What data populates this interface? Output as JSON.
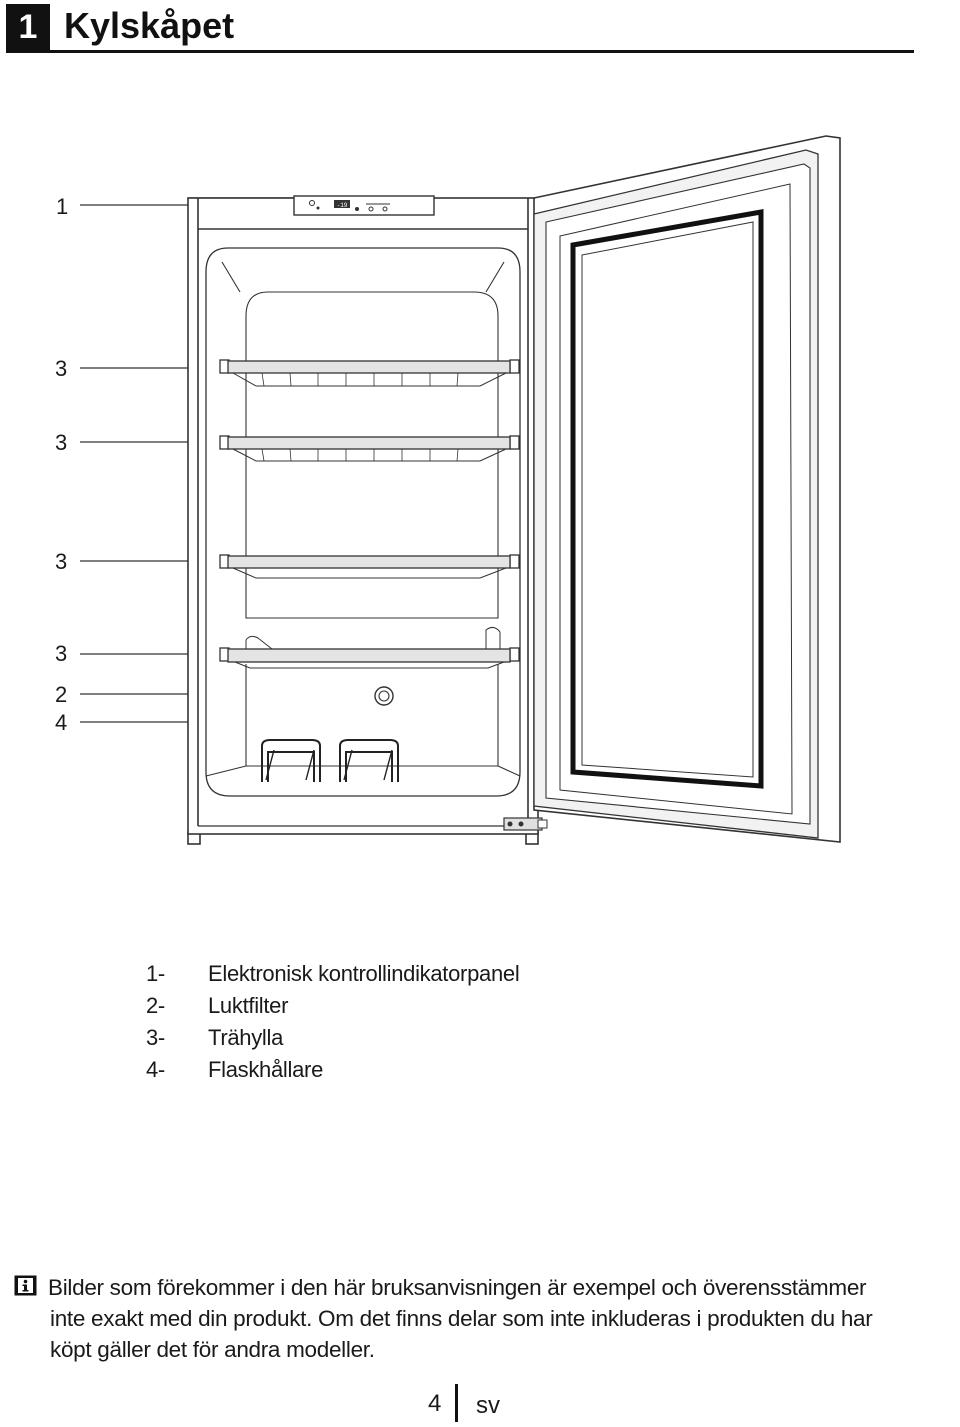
{
  "header": {
    "number": "1",
    "title": "Kylskåpet"
  },
  "callouts": [
    "1",
    "3",
    "3",
    "3",
    "3",
    "2",
    "4"
  ],
  "legend": [
    {
      "num": "1-",
      "label": "Elektronisk kontrollindikatorpanel"
    },
    {
      "num": "2-",
      "label": "Luktfilter"
    },
    {
      "num": "3-",
      "label": "Trähylla"
    },
    {
      "num": "4-",
      "label": "Flaskhållare"
    }
  ],
  "panel": {
    "display": "-19"
  },
  "note": {
    "icon": "info-icon",
    "lines": [
      "Bilder som förekommer i den här bruksanvisningen är exempel och överensstämmer",
      "inte exakt med din produkt. Om det finns delar som inte inkluderas i produkten du har",
      "köpt gäller det för andra modeller."
    ]
  },
  "footer": {
    "page": "4",
    "lang": "sv"
  }
}
